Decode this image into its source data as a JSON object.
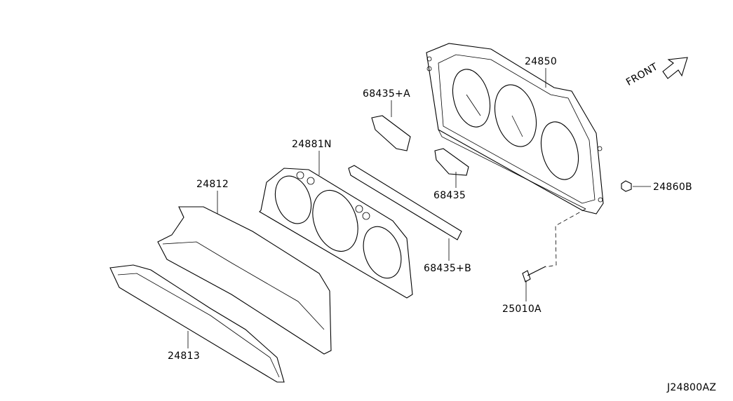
{
  "diagram": {
    "labels": {
      "cluster": "24850",
      "front": "FRONT",
      "bracket_a": "68435+A",
      "bezel": "24881N",
      "bracket": "68435",
      "finisher": "24812",
      "nut": "24860B",
      "bracket_b": "68435+B",
      "screw": "25010A",
      "lens": "24813",
      "diagram_code": "J24800AZ"
    }
  }
}
